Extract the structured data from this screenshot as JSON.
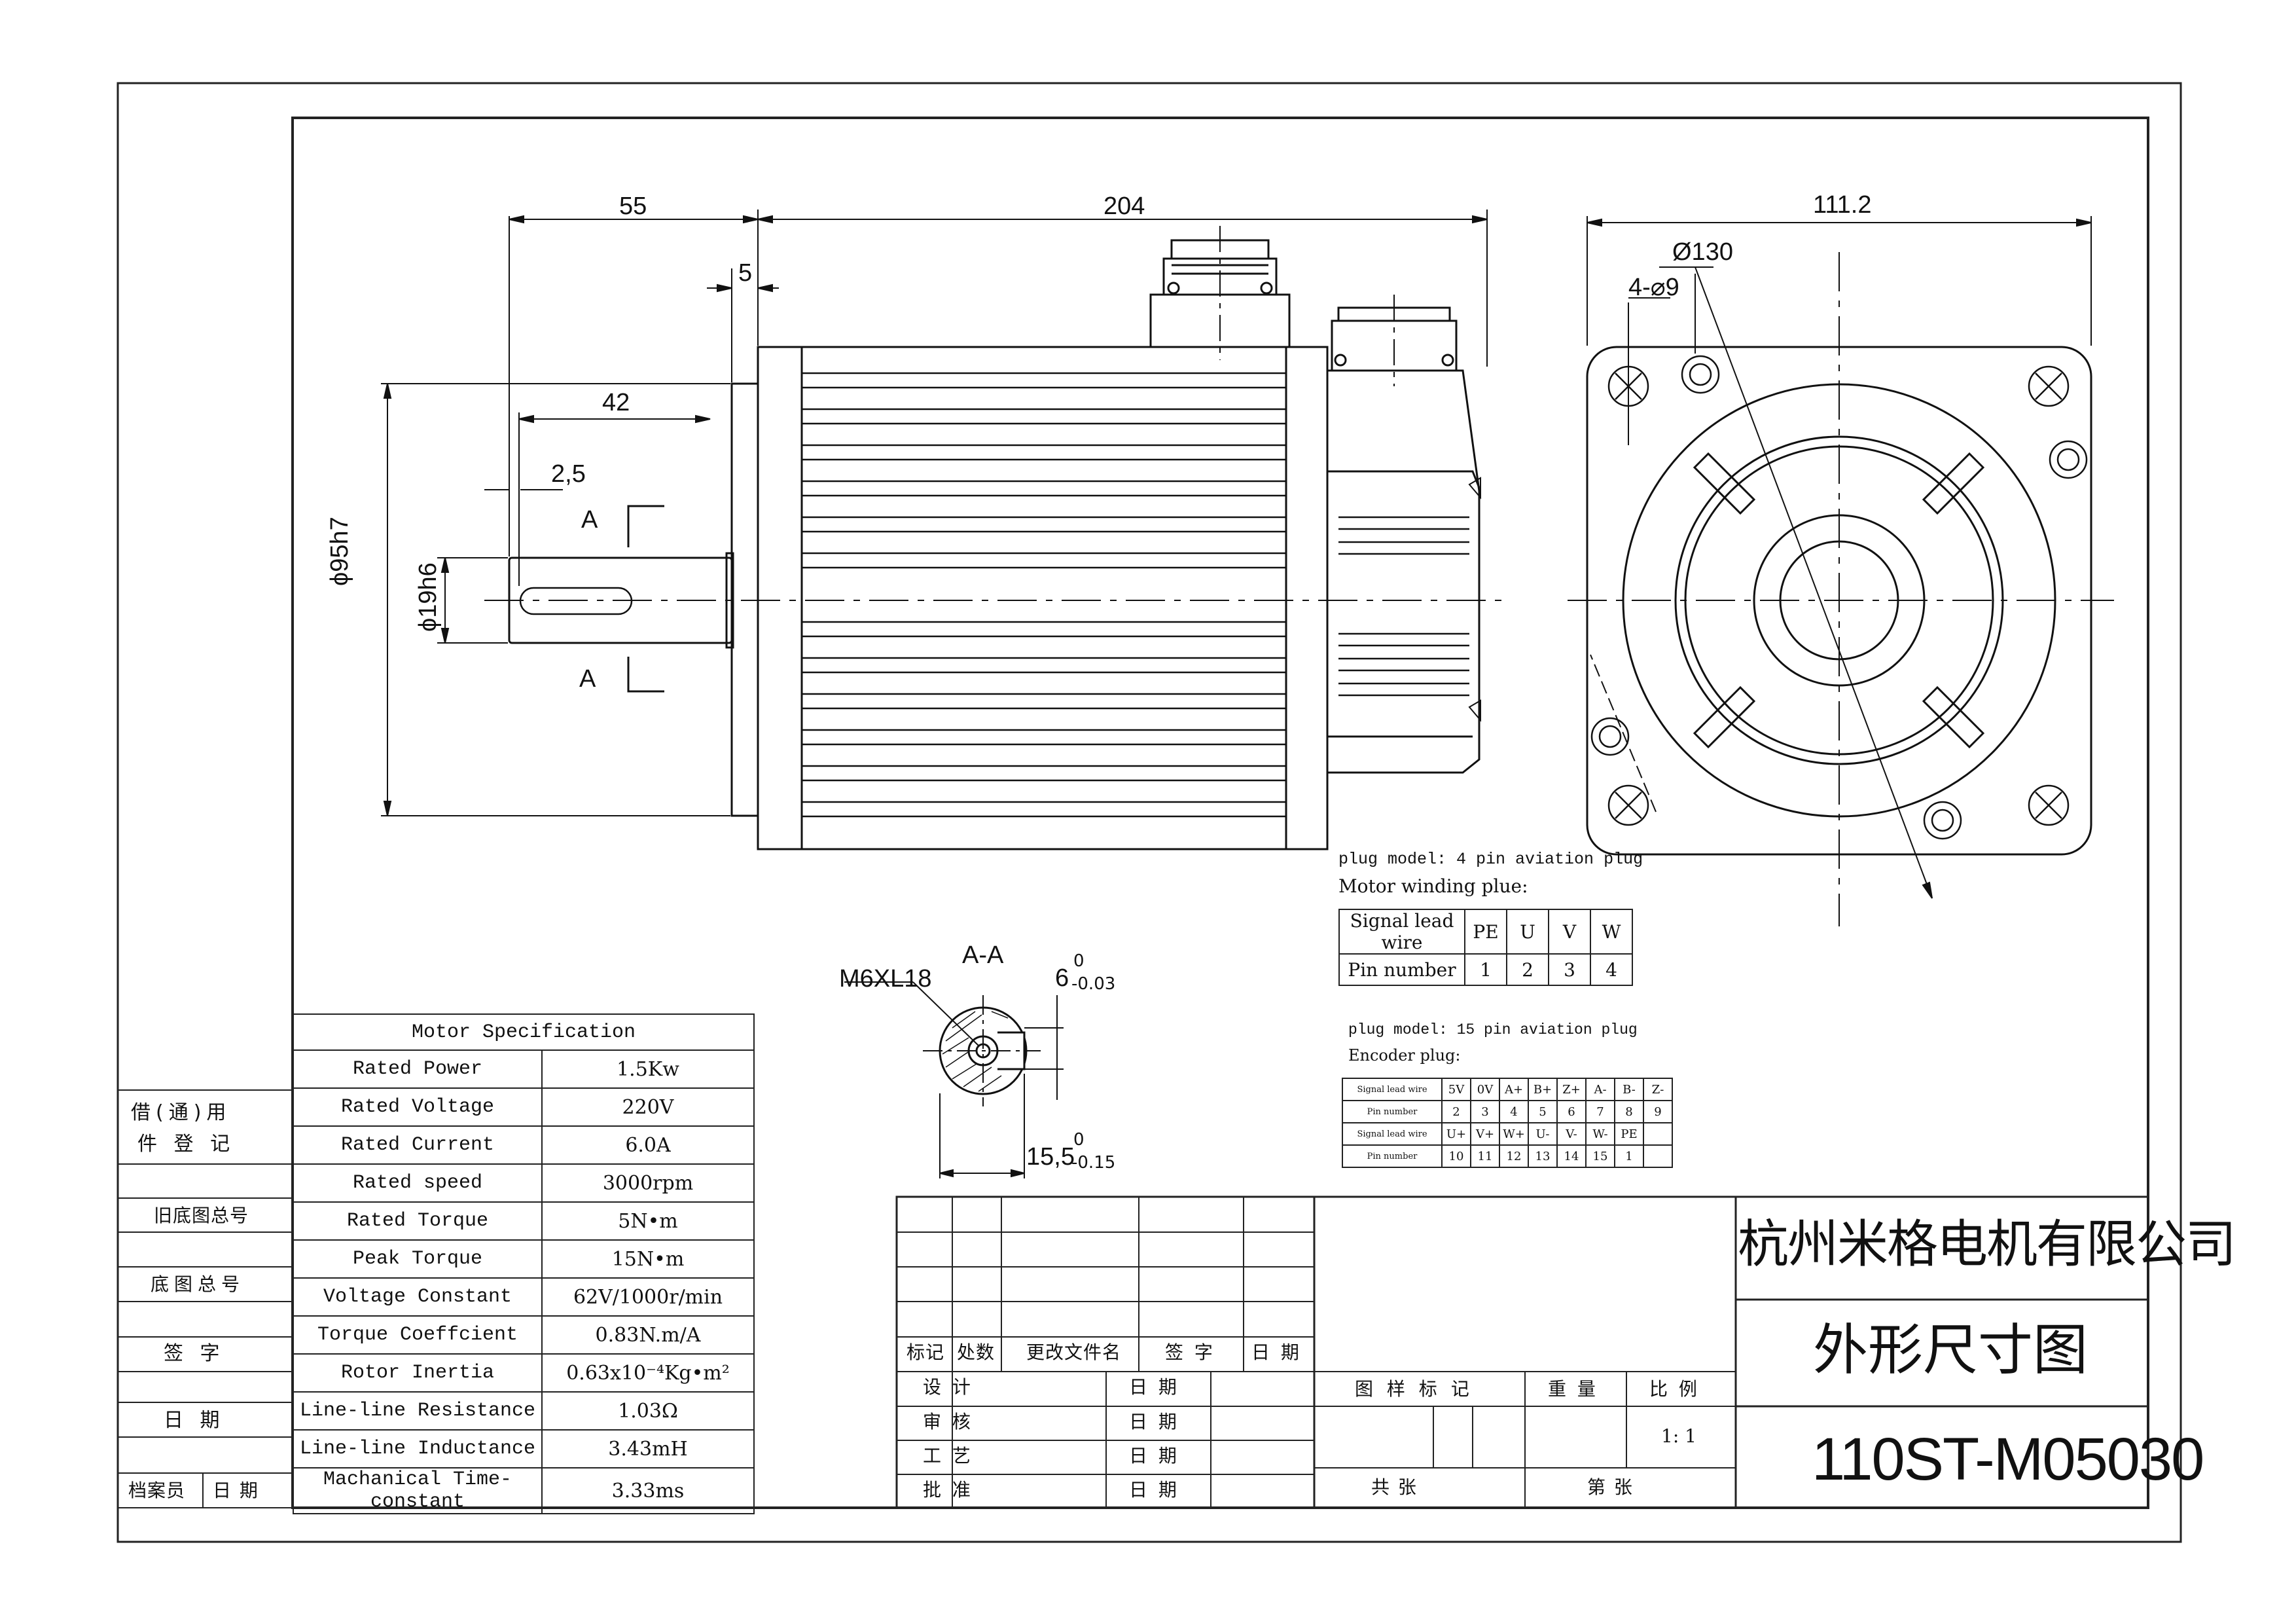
{
  "dimensions": {
    "d55": "55",
    "d204": "204",
    "d5": "5",
    "d42": "42",
    "d25": "2,5",
    "dia95": "ϕ95h7",
    "dia19": "ϕ19h6",
    "sec_a_top": "A",
    "sec_a_bot": "A",
    "width": "111.2",
    "dia130": "Ø130",
    "holes": "4-⌀9"
  },
  "section": {
    "title": "A-A",
    "thread": "M6XL18",
    "keyway": "6",
    "keyway_tol_top": "0",
    "keyway_tol_bot": "-0.03",
    "depth": "15,5",
    "depth_tol_top": "0",
    "depth_tol_bot": "-0.15"
  },
  "motor_plug": {
    "model_line": "plug model: 4 pin aviation plug",
    "heading": "Motor winding plue:",
    "row1_label": "Signal lead wire",
    "row1": [
      "PE",
      "U",
      "V",
      "W"
    ],
    "row2_label": "Pin number",
    "row2": [
      "1",
      "2",
      "3",
      "4"
    ]
  },
  "encoder_plug": {
    "model_line": "plug model: 15 pin aviation plug",
    "heading": "Encoder plug:",
    "rows": [
      {
        "label": "Signal lead wire",
        "cells": [
          "5V",
          "0V",
          "A+",
          "B+",
          "Z+",
          "A-",
          "B-",
          "Z-"
        ]
      },
      {
        "label": "Pin number",
        "cells": [
          "2",
          "3",
          "4",
          "5",
          "6",
          "7",
          "8",
          "9"
        ]
      },
      {
        "label": "Signal lead wire",
        "cells": [
          "U+",
          "V+",
          "W+",
          "U-",
          "V-",
          "W-",
          "PE",
          ""
        ]
      },
      {
        "label": "Pin number",
        "cells": [
          "10",
          "11",
          "12",
          "13",
          "14",
          "15",
          "1",
          ""
        ]
      }
    ]
  },
  "spec": {
    "title": "Motor Specification",
    "rows": [
      {
        "label": "Rated Power",
        "value": "1.5Kw"
      },
      {
        "label": "Rated Voltage",
        "value": "220V"
      },
      {
        "label": "Rated Current",
        "value": "6.0A"
      },
      {
        "label": "Rated speed",
        "value": "3000rpm"
      },
      {
        "label": "Rated Torque",
        "value": "5N•m"
      },
      {
        "label": "Peak Torque",
        "value": "15N•m"
      },
      {
        "label": "Voltage Constant",
        "value": "62V/1000r/min"
      },
      {
        "label": "Torque Coeffcient",
        "value": "0.83N.m/A"
      },
      {
        "label": "Rotor Inertia",
        "value": "0.63x10⁻⁴Kg•m²"
      },
      {
        "label": "Line-line Resistance",
        "value": "1.03Ω"
      },
      {
        "label": "Line-line Inductance",
        "value": "3.43mH"
      },
      {
        "label": "Machanical Time-constant",
        "value": "3.33ms"
      }
    ]
  },
  "left_strip": {
    "r1a": "借(通)用",
    "r1b": "件 登 记",
    "r2": "旧底图总号",
    "r3": "底图总号",
    "r4": "签  字",
    "r5": "日  期",
    "r6a": "档案员",
    "r6b": "日  期"
  },
  "title_block": {
    "rev_headers": [
      "标记",
      "处数",
      "更改文件名",
      "签  字",
      "日 期"
    ],
    "design": "设  计",
    "review": "审  核",
    "process": "工  艺",
    "approve": "批  准",
    "date": "日  期",
    "drawing_mark": "图 样 标 记",
    "weight": "重  量",
    "scale": "比  例",
    "scale_val": "1: 1",
    "total": "共        张",
    "sheet": "第        张",
    "company": "杭州米格电机有限公司",
    "drawing_title": "外形尺寸图",
    "model": "110ST-M05030"
  }
}
